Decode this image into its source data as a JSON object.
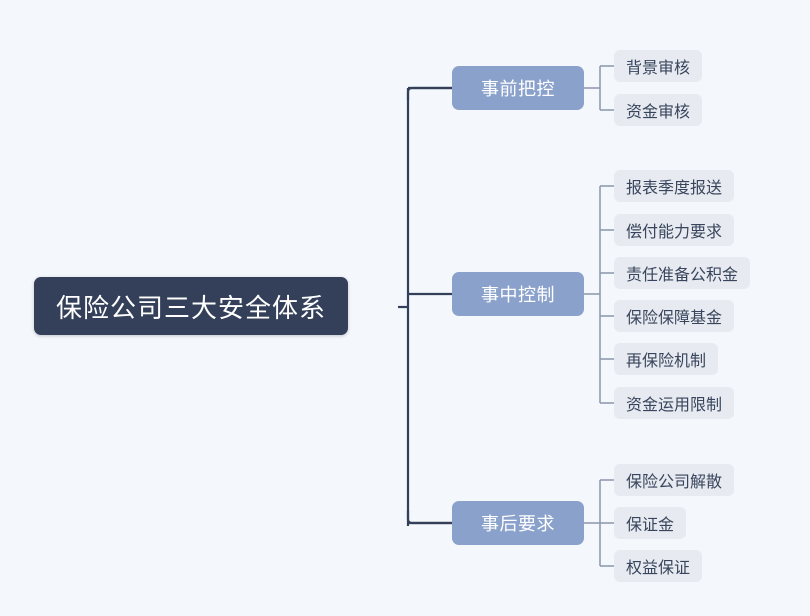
{
  "diagram": {
    "type": "mindmap",
    "background_color": "#f4f7fb",
    "root": {
      "label": "保险公司三大安全体系",
      "color": "#34405a",
      "text_color": "#ffffff"
    },
    "branch_color": "#8aa2cb",
    "leaf_color": "#e7ebf1",
    "line_color": "#34405a",
    "branches": [
      {
        "label": "事前把控",
        "leaves": [
          {
            "label": "背景审核"
          },
          {
            "label": "资金审核"
          }
        ]
      },
      {
        "label": "事中控制",
        "leaves": [
          {
            "label": "报表季度报送"
          },
          {
            "label": "偿付能力要求"
          },
          {
            "label": "责任准备公积金"
          },
          {
            "label": "保险保障基金"
          },
          {
            "label": "再保险机制"
          },
          {
            "label": "资金运用限制"
          }
        ]
      },
      {
        "label": "事后要求",
        "leaves": [
          {
            "label": "保险公司解散"
          },
          {
            "label": "保证金"
          },
          {
            "label": "权益保证"
          }
        ]
      }
    ]
  }
}
